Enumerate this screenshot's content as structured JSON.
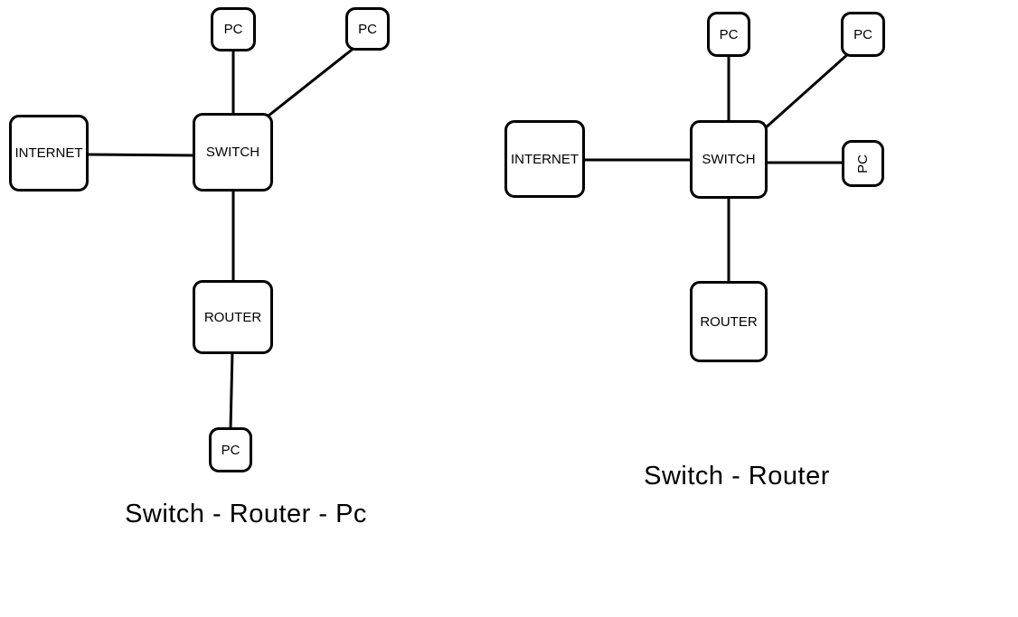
{
  "colors": {
    "stroke": "#000000",
    "box_border": "#000000",
    "background": "#ffffff",
    "text": "#000000"
  },
  "diagrams": [
    {
      "caption": "Switch - Router - Pc",
      "nodes": {
        "pc_top": {
          "label": "PC"
        },
        "pc_topright": {
          "label": "PC"
        },
        "internet": {
          "label": "INTERNET"
        },
        "switch": {
          "label": "SWITCH"
        },
        "router": {
          "label": "ROUTER"
        },
        "pc_bottom": {
          "label": "PC"
        }
      }
    },
    {
      "caption": "Switch - Router",
      "nodes": {
        "pc_top": {
          "label": "PC"
        },
        "pc_topright": {
          "label": "PC"
        },
        "pc_right": {
          "label": "PC"
        },
        "internet": {
          "label": "INTERNET"
        },
        "switch": {
          "label": "SWITCH"
        },
        "router": {
          "label": "ROUTER"
        }
      }
    }
  ]
}
